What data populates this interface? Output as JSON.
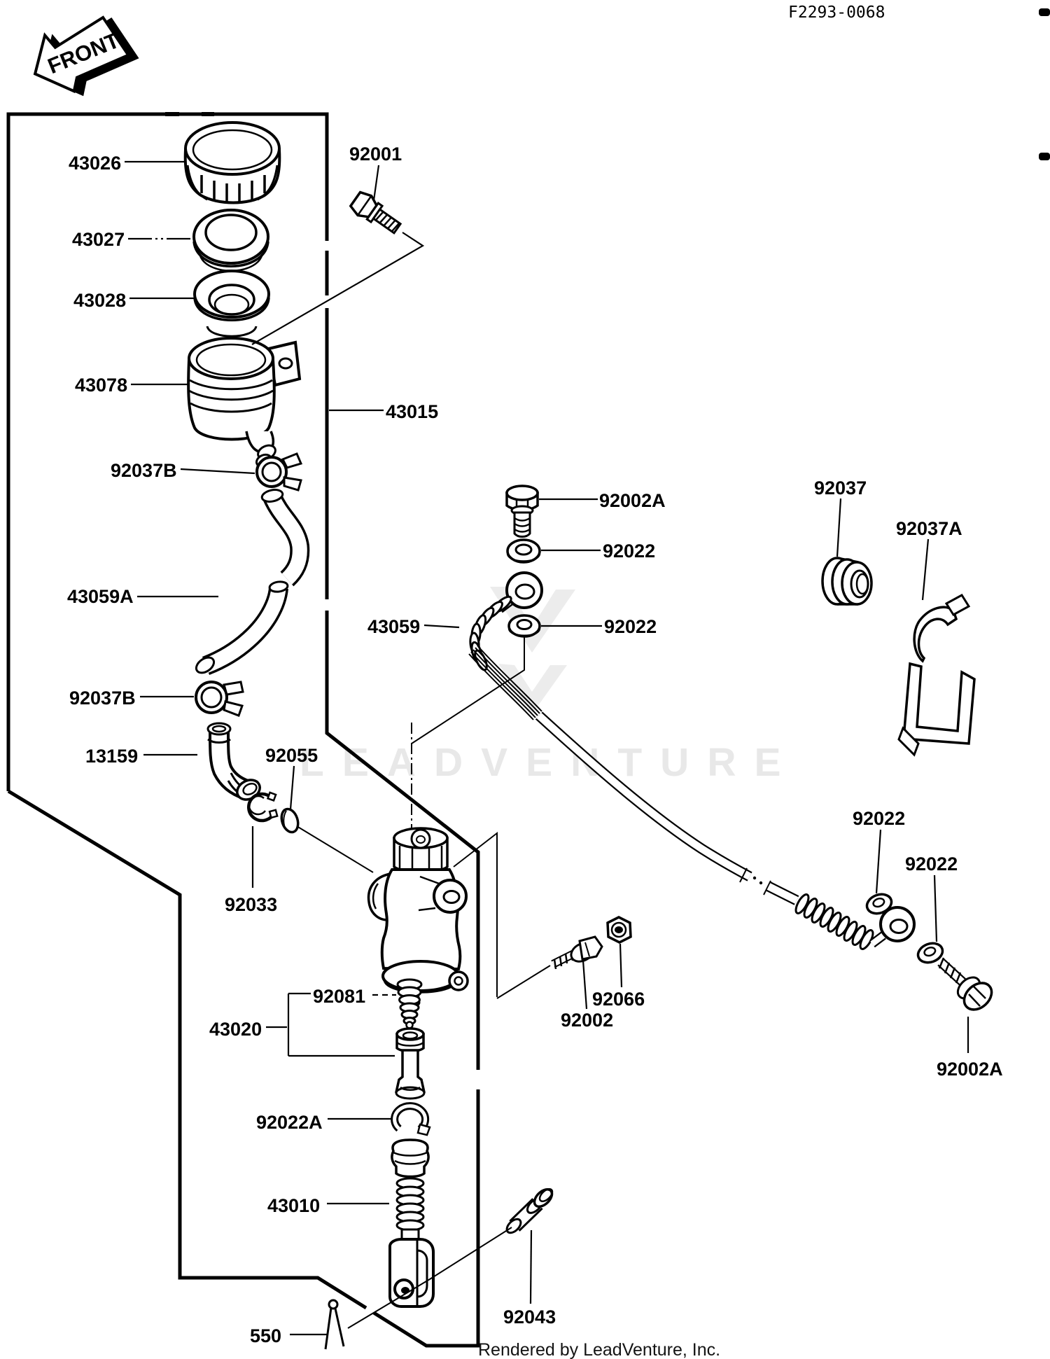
{
  "page": {
    "background": "#ffffff",
    "line_color": "#000000",
    "watermark_color": "#e8e8e8"
  },
  "header": {
    "diagram_code": "F2293-0068",
    "front_marker": "FRONT"
  },
  "watermark": {
    "text": "LEADVENTURE"
  },
  "footer": {
    "credit": "Rendered by LeadVenture, Inc."
  },
  "labels": {
    "l43026": "43026",
    "l43027": "43027",
    "l43028": "43028",
    "l43078": "43078",
    "l92037b_top": "92037B",
    "l43059a": "43059A",
    "l92037b_bottom": "92037B",
    "l13159": "13159",
    "l92055": "92055",
    "l92033": "92033",
    "l92081": "92081",
    "l43020": "43020",
    "l92022a": "92022A",
    "l43010": "43010",
    "l550": "550",
    "l92043": "92043",
    "l92001": "92001",
    "l43015": "43015",
    "l92002a_top": "92002A",
    "l92022_top": "92022",
    "l43059": "43059",
    "l92022_mid": "92022",
    "l92037": "92037",
    "l92037a": "92037A",
    "l92022_r1": "92022",
    "l92022_r2": "92022",
    "l92002a_bottom": "92002A",
    "l92066": "92066",
    "l92002": "92002"
  }
}
